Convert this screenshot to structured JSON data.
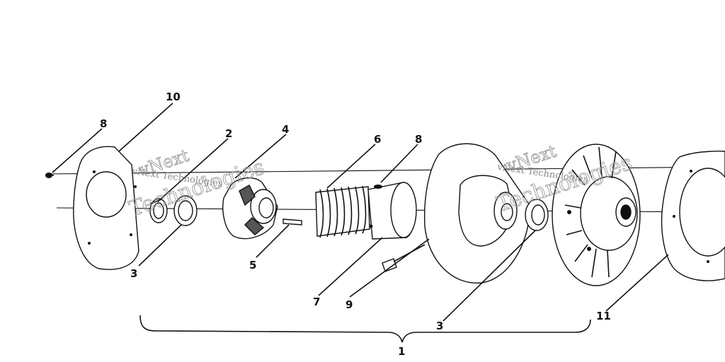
{
  "diagram": {
    "callouts": {
      "c10": "10",
      "c8a": "8",
      "c2": "2",
      "c4": "4",
      "c6": "6",
      "c8b": "8",
      "c3a": "3",
      "c5": "5",
      "c7": "7",
      "c9": "9",
      "c3b": "3",
      "c11": "11",
      "c1": "1"
    },
    "watermarks": {
      "w1_line1": "vNext",
      "w1_line2": "vNext Technologies",
      "w1_line3": "Technologies",
      "w2_line1": "vNext",
      "w2_line2": "vNext Technologies",
      "w2_line3": "Technologies"
    },
    "colors": {
      "ink": "#111111",
      "paper": "#ffffff",
      "watermark": "#9a9a9a"
    }
  }
}
